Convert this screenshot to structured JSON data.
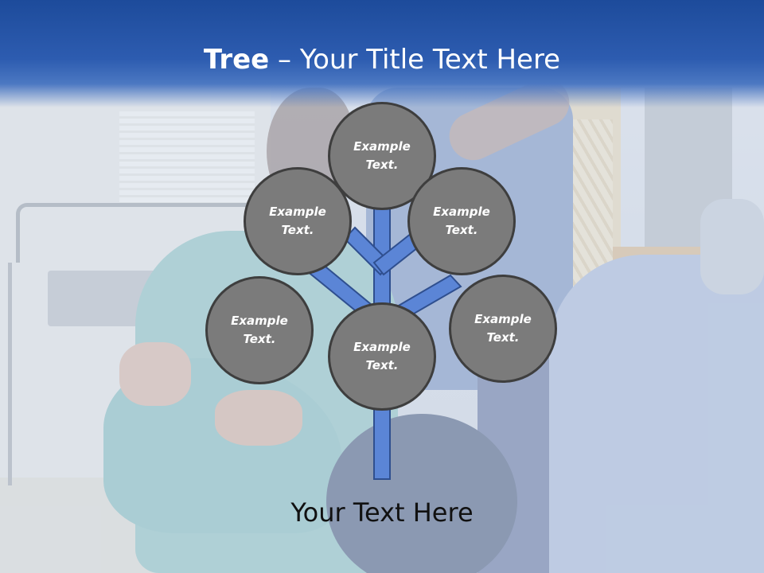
{
  "slide": {
    "title_bold": "Tree",
    "title_rest": " – Your Title Text Here",
    "bottom_text": "Your Text Here"
  },
  "tree": {
    "nodes": [
      {
        "id": "top",
        "text": "Example\nText."
      },
      {
        "id": "upper-left",
        "text": "Example\nText."
      },
      {
        "id": "upper-right",
        "text": "Example\nText."
      },
      {
        "id": "left",
        "text": "Example\nText."
      },
      {
        "id": "center",
        "text": "Example\nText."
      },
      {
        "id": "right",
        "text": "Example\nText."
      }
    ],
    "colors": {
      "trunk": "#5b85d6",
      "trunk_outline": "#2f4f8f",
      "node_fill": "#7b7b7b",
      "node_outline": "#3e3e3e"
    }
  }
}
